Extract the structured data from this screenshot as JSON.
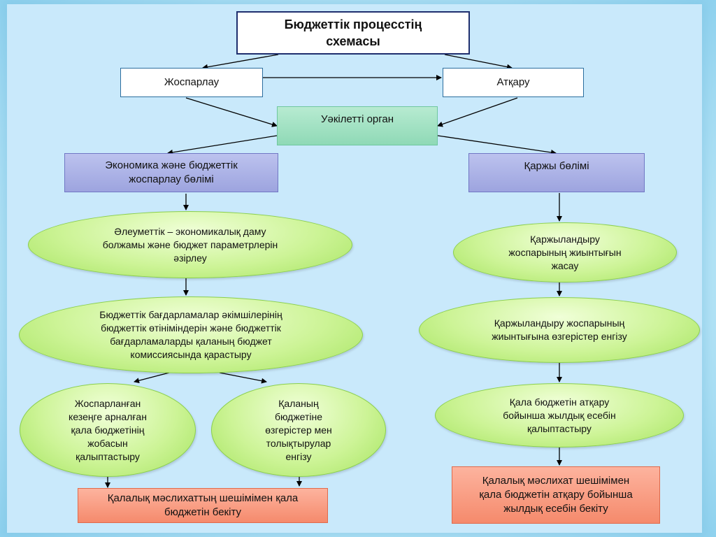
{
  "title": "Бюджеттік процесстің\nсхемасы",
  "nodes": {
    "planning": "Жоспарлау",
    "execution": "Атқару",
    "authority": "Уәкілетті орган",
    "econ_dept": "Экономика және бюджеттік\nжоспарлау бөлімі",
    "finance_dept": "Қаржы бөлімі",
    "forecast": "Әлеуметтік – экономикалық даму\nболжамы және бюджет параметрлерін\nәзірлеу",
    "review_applications": "Бюджеттік бағдарламалар әкімшілерінің\nбюджеттік өтініміндерін және бюджеттік\nбағдарламаларды қаланың бюджет\nкомиссиясында қарастыру",
    "draft_budget": "Жоспарланған\nкезеңге арналған\nқала бюджетінің\nжобасын\nқалыптастыру",
    "amendments": "Қаланың\nбюджетіне\nөзгерістер мен\nтолықтырулар\nенгізу",
    "approve_budget": "Қалалық мәслихаттың шешімімен қала\nбюджетін бекіту",
    "financing_plan": "Қаржыландыру\nжоспарының жиынтығын\nжасау",
    "financing_changes": "Қаржыландыру жоспарының\nжиынтығына өзгерістер енгізу",
    "annual_report": "Қала бюджетін атқару\nбойынша жылдық есебін\nқалыптастыру",
    "approve_report": "Қалалық мәслихат шешімімен\nқала бюджетін атқару бойынша\nжылдық есебін бекіту"
  }
}
